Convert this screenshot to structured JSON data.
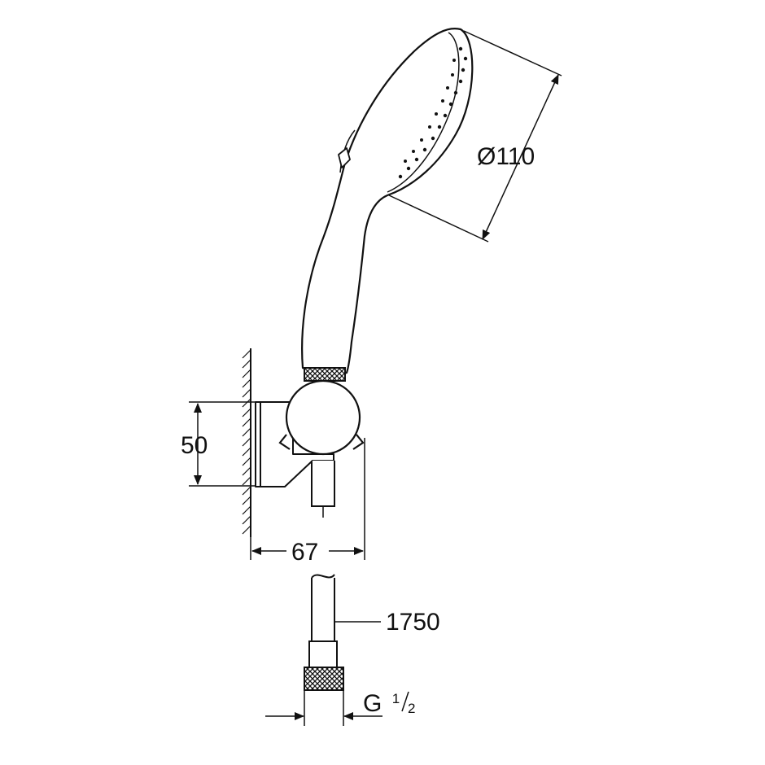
{
  "drawing": {
    "dimensions": {
      "head_diameter": "Ø110",
      "holder_height": "50",
      "holder_depth": "67",
      "hose_length": "1750",
      "thread": {
        "prefix": "G",
        "numerator": "1",
        "denominator": "2"
      }
    },
    "colors": {
      "line": "#111111",
      "background": "#ffffff"
    }
  }
}
